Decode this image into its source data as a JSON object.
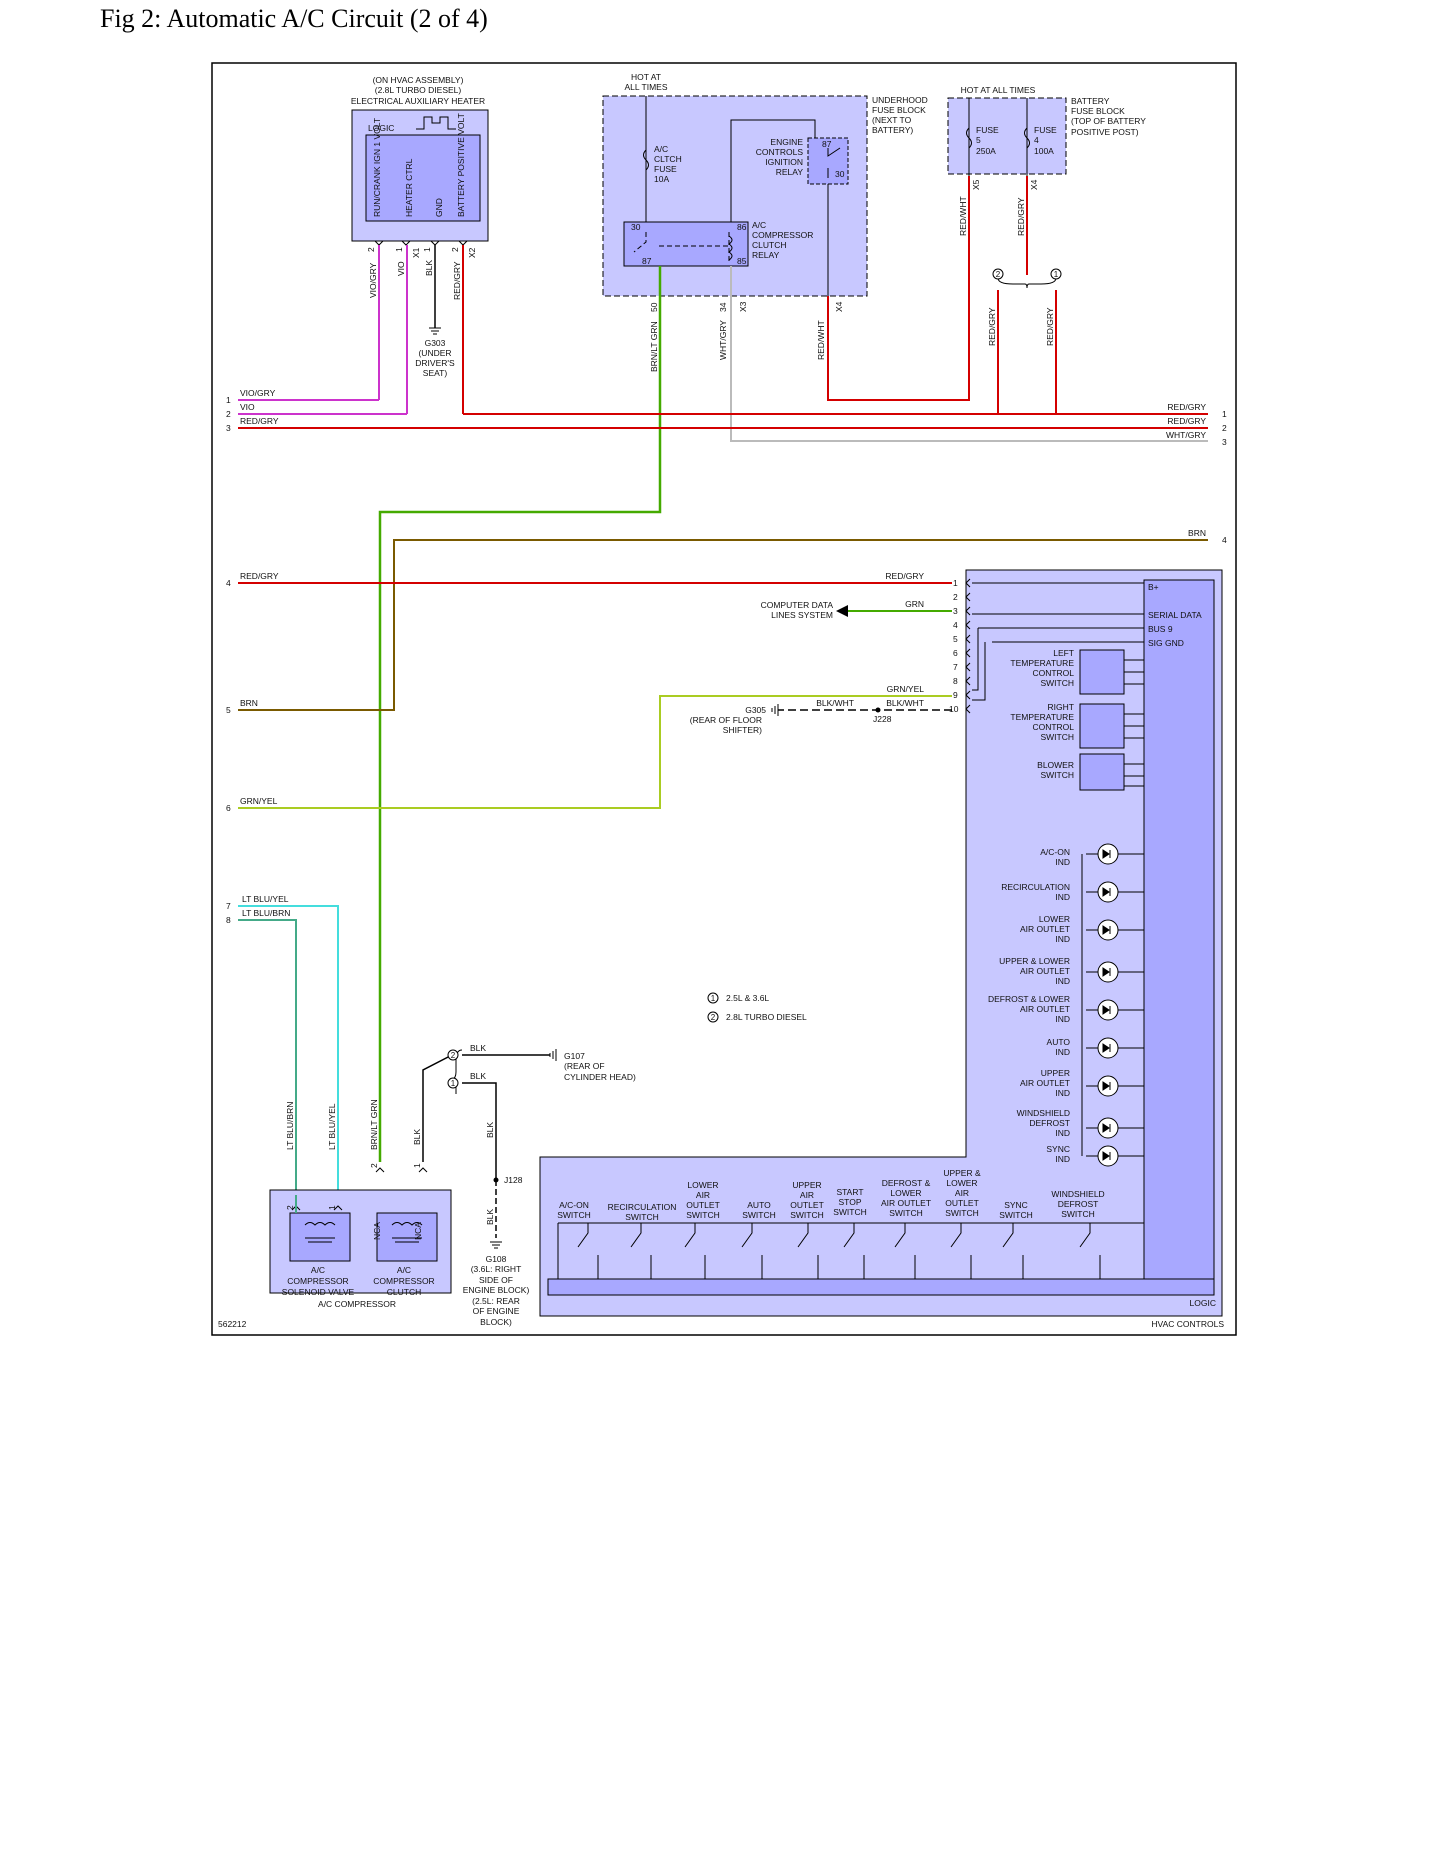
{
  "title": "Fig 2: Automatic A/C Circuit (2 of 4)",
  "diagram_id": "562212",
  "colors": {
    "module_fill": "#c8c8ff",
    "module_dark": "#a8a8ff",
    "wire_red": "#d40000",
    "wire_violet": "#cc33cc",
    "wire_brown": "#7a5a00",
    "wire_green": "#44aa00",
    "wire_yellowgreen": "#aacc22",
    "wire_ltblue": "#44dddd",
    "wire_gray": "#bbbbbb",
    "wire_black": "#000000"
  },
  "aux_heater": {
    "header": [
      "(ON HVAC ASSEMBLY)",
      "(2.8L TURBO DIESEL)",
      "ELECTRICAL AUXILIARY HEATER"
    ],
    "logic": "LOGIC",
    "pins": [
      "RUN/CRANK IGN 1 VOLT",
      "HEATER CTRL",
      "GND",
      "BATTERY POSITIVE VOLT"
    ],
    "pin_nums": [
      "2",
      "1",
      "1",
      "2"
    ],
    "connectors": [
      "X1",
      "X2"
    ],
    "wires": [
      "VIO/GRY",
      "VIO",
      "BLK",
      "RED/GRY"
    ]
  },
  "g303": [
    "G303",
    "(UNDER",
    "DRIVER'S",
    "SEAT)"
  ],
  "underhood": {
    "hot": [
      "HOT AT",
      "ALL TIMES"
    ],
    "label": [
      "UNDERHOOD",
      "FUSE BLOCK",
      "(NEXT TO",
      "BATTERY)"
    ],
    "fuse": [
      "A/C",
      "CLTCH",
      "FUSE",
      "10A"
    ],
    "ecir": [
      "ENGINE",
      "CONTROLS",
      "IGNITION",
      "RELAY"
    ],
    "ecir_pins": [
      "87",
      "30"
    ],
    "clutch_relay": [
      "A/C",
      "COMPRESSOR",
      "CLUTCH",
      "RELAY"
    ],
    "relay_pins": [
      "30",
      "86",
      "87",
      "85"
    ],
    "out_pins": [
      "50",
      "34"
    ],
    "connectors": [
      "X3",
      "X4"
    ],
    "wires": [
      "BRN/LT GRN",
      "WHT/GRY",
      "RED/WHT"
    ]
  },
  "battery_block": {
    "hot": "HOT AT ALL TIMES",
    "label": [
      "BATTERY",
      "FUSE BLOCK",
      "(TOP OF BATTERY",
      "POSITIVE POST)"
    ],
    "fuse5": [
      "FUSE",
      "5",
      "250A"
    ],
    "fuse4": [
      "FUSE",
      "4",
      "100A"
    ],
    "connectors": [
      "X5",
      "X4"
    ],
    "wires": [
      "RED/WHT",
      "RED/GRY",
      "RED/GRY",
      "RED/GRY"
    ],
    "splice": [
      "2",
      "1"
    ]
  },
  "left_refs": {
    "nums": [
      "1",
      "2",
      "3",
      "4",
      "5",
      "6",
      "7",
      "8"
    ],
    "labels": [
      "VIO/GRY",
      "VIO",
      "RED/GRY",
      "RED/GRY",
      "BRN",
      "GRN/YEL",
      "LT BLU/YEL",
      "LT BLU/BRN"
    ]
  },
  "right_refs": {
    "nums": [
      "1",
      "2",
      "3",
      "4"
    ],
    "labels": [
      "RED/GRY",
      "RED/GRY",
      "WHT/GRY",
      "BRN"
    ]
  },
  "hvac": {
    "pin_nums": [
      "1",
      "2",
      "3",
      "4",
      "5",
      "6",
      "7",
      "8",
      "9",
      "10"
    ],
    "wire_labels": [
      "RED/GRY",
      "GRN",
      "GRN/YEL",
      "BLK/WHT",
      "BLK/WHT"
    ],
    "data_lines": [
      "COMPUTER DATA",
      "LINES SYSTEM"
    ],
    "g305": [
      "G305",
      "(REAR OF FLOOR",
      "SHIFTER)"
    ],
    "j228": "J228",
    "right_labels": [
      "B+",
      "SERIAL DATA",
      "BUS 9",
      "SIG GND"
    ],
    "switches": [
      [
        "LEFT",
        "TEMPERATURE",
        "CONTROL",
        "SWITCH"
      ],
      [
        "RIGHT",
        "TEMPERATURE",
        "CONTROL",
        "SWITCH"
      ],
      [
        "BLOWER",
        "SWITCH"
      ]
    ],
    "indicators": [
      [
        "A/C-ON",
        "IND"
      ],
      [
        "RECIRCULATION",
        "IND"
      ],
      [
        "LOWER",
        "AIR OUTLET",
        "IND"
      ],
      [
        "UPPER & LOWER",
        "AIR OUTLET",
        "IND"
      ],
      [
        "DEFROST & LOWER",
        "AIR OUTLET",
        "IND"
      ],
      [
        "AUTO",
        "IND"
      ],
      [
        "UPPER",
        "AIR OUTLET",
        "IND"
      ],
      [
        "WINDSHIELD",
        "DEFROST",
        "IND"
      ],
      [
        "SYNC",
        "IND"
      ]
    ],
    "bottom_switches": [
      [
        "A/C-ON",
        "SWITCH"
      ],
      [
        "RECIRCULATION",
        "SWITCH"
      ],
      [
        "LOWER",
        "AIR",
        "OUTLET",
        "SWITCH"
      ],
      [
        "AUTO",
        "SWITCH"
      ],
      [
        "UPPER",
        "AIR",
        "OUTLET",
        "SWITCH"
      ],
      [
        "START",
        "STOP",
        "SWITCH"
      ],
      [
        "DEFROST &",
        "LOWER",
        "AIR OUTLET",
        "SWITCH"
      ],
      [
        "UPPER &",
        "LOWER",
        "AIR",
        "OUTLET",
        "SWITCH"
      ],
      [
        "SYNC",
        "SWITCH"
      ],
      [
        "WINDSHIELD",
        "DEFROST",
        "SWITCH"
      ]
    ],
    "logic": "LOGIC",
    "name": "HVAC CONTROLS"
  },
  "legend": [
    "2.5L & 3.6L",
    "2.8L TURBO DIESEL"
  ],
  "legend_marks": [
    "1",
    "2"
  ],
  "g107": [
    "G107",
    "(REAR OF",
    "CYLINDER HEAD)"
  ],
  "ground_wires": [
    "BLK",
    "BLK",
    "BLK",
    "BLK"
  ],
  "ground_marks": [
    "2",
    "1"
  ],
  "j128": "J128",
  "g108": [
    "G108",
    "(3.6L: RIGHT",
    "SIDE OF",
    "ENGINE BLOCK)",
    "(2.5L: REAR",
    "OF ENGINE",
    "BLOCK)"
  ],
  "compressor": {
    "wires": [
      "LT BLU/BRN",
      "LT BLU/YEL",
      "BRN/LT GRN",
      "BLK"
    ],
    "pins": [
      "2",
      "1",
      "2",
      "1"
    ],
    "nca": [
      "NCA",
      "NCA"
    ],
    "valve": [
      "A/C",
      "COMPRESSOR",
      "SOLENOID VALVE"
    ],
    "clutch": [
      "A/C",
      "COMPRESSOR",
      "CLUTCH"
    ],
    "name": "A/C COMPRESSOR"
  }
}
